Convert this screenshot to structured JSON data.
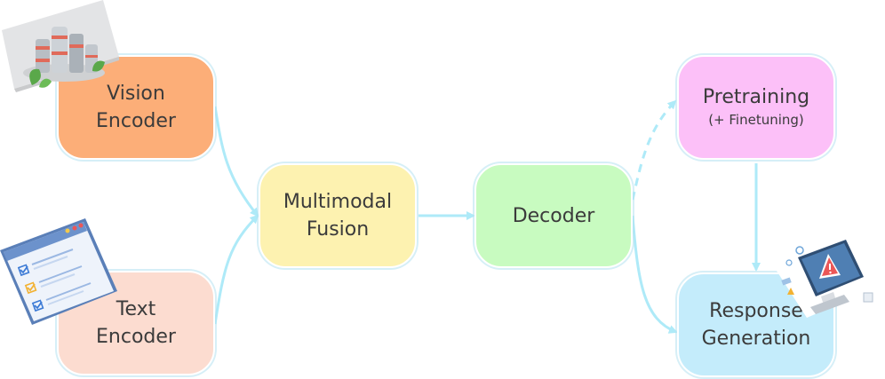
{
  "nodes": {
    "vision_encoder": {
      "line1": "Vision",
      "line2": "Encoder"
    },
    "text_encoder": {
      "line1": "Text",
      "line2": "Encoder"
    },
    "multimodal_fusion": {
      "line1": "Multimodal",
      "line2": "Fusion"
    },
    "decoder": {
      "line1": "Decoder"
    },
    "pretraining": {
      "line1": "Pretraining",
      "line2": "(+ Finetuning)"
    },
    "response_generation": {
      "line1": "Response",
      "line2": "Generation"
    }
  },
  "illustrations": {
    "vision": "factory-icon",
    "text": "checklist-document-icon",
    "response": "warning-monitor-icon"
  },
  "colors": {
    "vision_encoder": "#fcae78",
    "text_encoder": "#fcdcd0",
    "multimodal_fusion": "#fdf2b0",
    "decoder": "#c8fbc0",
    "pretraining": "#fcc0f8",
    "response_generation": "#c4ecfb",
    "arrow": "#aeeaf8"
  }
}
